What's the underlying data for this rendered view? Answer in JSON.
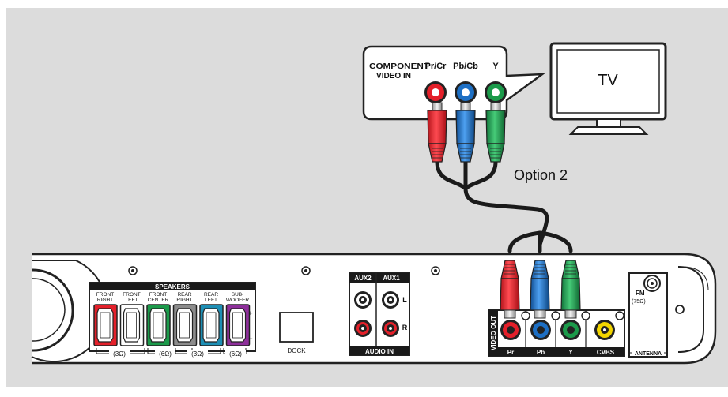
{
  "component_box": {
    "title_line1": "COMPONENT",
    "title_line2": "VIDEO IN",
    "jack_labels": [
      "Pr/Cr",
      "Pb/Cb",
      "Y"
    ]
  },
  "tv": {
    "label": "TV"
  },
  "option_label": "Option 2",
  "speakers": {
    "header": "SPEAKERS",
    "channels": [
      {
        "line1": "FRONT",
        "line2": "RIGHT"
      },
      {
        "line1": "FRONT",
        "line2": "LEFT"
      },
      {
        "line1": "FRONT",
        "line2": "CENTER"
      },
      {
        "line1": "REAR",
        "line2": "RIGHT"
      },
      {
        "line1": "REAR",
        "line2": "LEFT"
      },
      {
        "line1": "SUB-",
        "line2": "WOOFER"
      }
    ],
    "impedance": [
      "(3Ω)",
      "(6Ω)",
      "(3Ω)",
      "(6Ω)"
    ],
    "polarity": [
      "+",
      "−"
    ]
  },
  "dock": {
    "label": "DOCK"
  },
  "audio_in": {
    "title": "AUDIO IN",
    "aux_labels": [
      "AUX2",
      "AUX1"
    ],
    "channel_labels": [
      "L",
      "R"
    ]
  },
  "video_out": {
    "title": "VIDEO OUT",
    "jack_labels": [
      "Pr",
      "Pb",
      "Y",
      "CVBS"
    ]
  },
  "antenna": {
    "fm_label": "FM",
    "impedance": "(75Ω)",
    "title": "ANTENNA"
  },
  "colors": {
    "red": "#e4202a",
    "blue": "#1d6fc4",
    "green": "#1b9a4a",
    "yellow": "#f2d500",
    "cable": "#1a1a1a",
    "background": "#dcdcdc"
  }
}
